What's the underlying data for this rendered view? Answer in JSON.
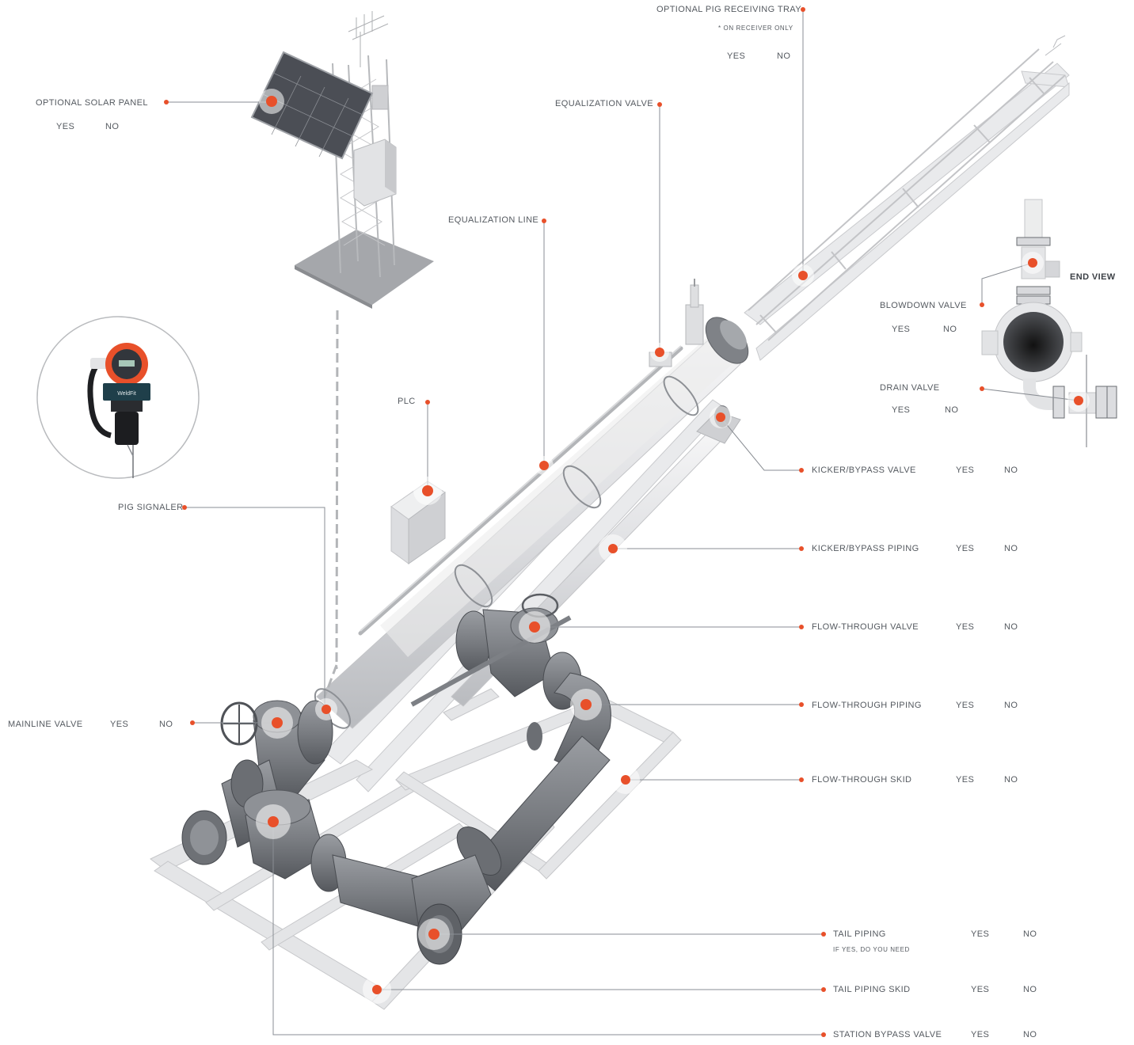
{
  "options": {
    "yes": "YES",
    "no": "NO"
  },
  "signaler_brand": "WeldFit",
  "labels": {
    "pig_receiving_tray": "OPTIONAL PIG RECEIVING TRAY",
    "pig_receiving_tray_note": "* ON RECEIVER ONLY",
    "solar_panel": "OPTIONAL SOLAR PANEL",
    "equalization_valve": "EQUALIZATION VALVE",
    "equalization_line": "EQUALIZATION LINE",
    "end_view": "END VIEW",
    "blowdown_valve": "BLOWDOWN VALVE",
    "drain_valve": "DRAIN VALVE",
    "plc": "PLC",
    "kicker_bypass_valve": "KICKER/BYPASS VALVE",
    "kicker_bypass_piping": "KICKER/BYPASS PIPING",
    "pig_signaler": "PIG SIGNALER",
    "flow_through_valve": "FLOW-THROUGH VALVE",
    "flow_through_piping": "FLOW-THROUGH PIPING",
    "mainline_valve": "MAINLINE VALVE",
    "flow_through_skid": "FLOW-THROUGH SKID",
    "tail_piping": "TAIL PIPING",
    "tail_piping_note": "IF YES, DO YOU NEED",
    "tail_piping_skid": "TAIL PIPING SKID",
    "station_bypass_valve": "STATION BYPASS VALVE"
  },
  "colors": {
    "accent": "#e8502a",
    "leader": "#8a8e94",
    "text": "#555a60",
    "light_equipment": "#e6e7e9",
    "dark_equipment": "#7c7f84"
  }
}
